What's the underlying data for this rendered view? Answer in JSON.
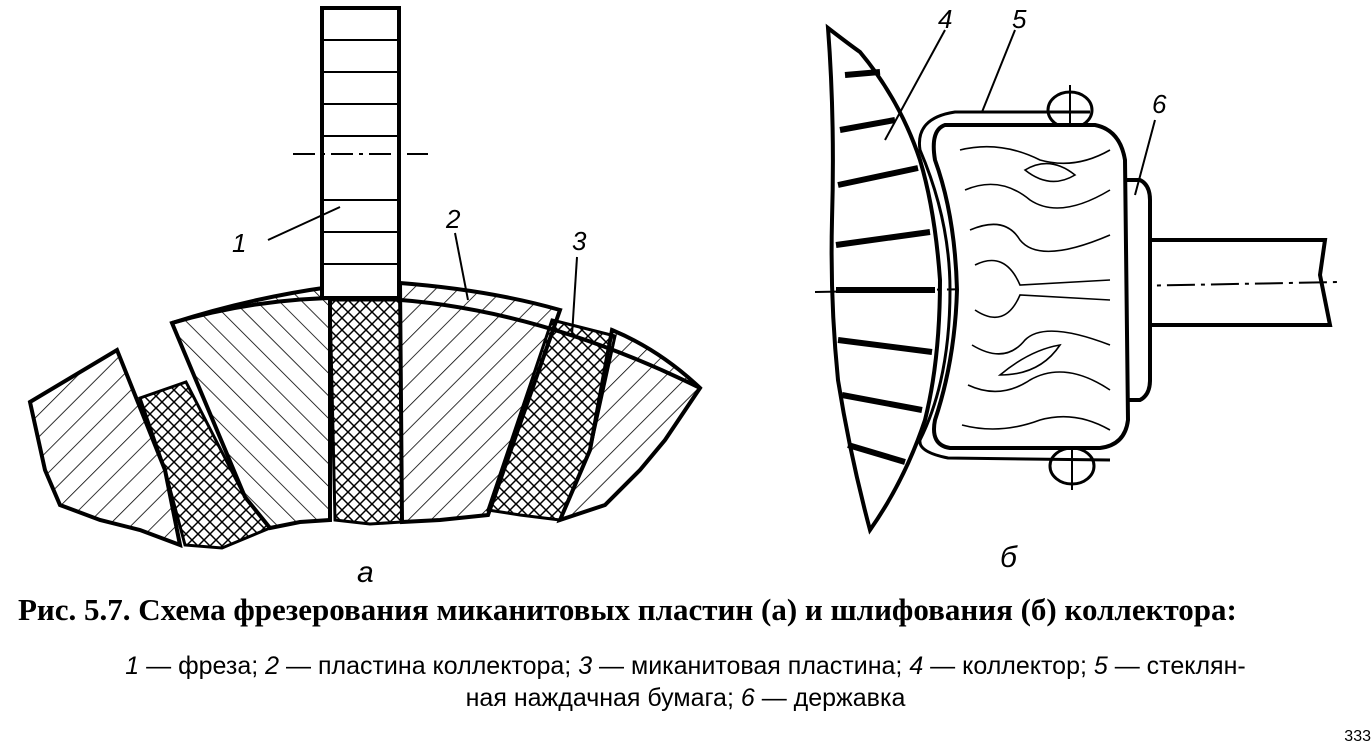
{
  "figure": {
    "panel_a": {
      "label": "а",
      "callouts": [
        "1",
        "2",
        "3"
      ]
    },
    "panel_b": {
      "label": "б",
      "callouts": [
        "4",
        "5",
        "6"
      ]
    }
  },
  "caption": {
    "title": "Рис. 5.7. Схема фрезерования миканитовых пластин (а) и шлифования (б) коллектора:",
    "legend": [
      {
        "num": "1",
        "text": " — фреза; "
      },
      {
        "num": "2",
        "text": " — пластина коллектора; "
      },
      {
        "num": "3",
        "text": " — миканитовая пластина; "
      },
      {
        "num": "4",
        "text": " — коллектор; "
      },
      {
        "num": "5",
        "text": " — стеклян-"
      },
      {
        "num": "",
        "text": "ная наждачная бумага; "
      },
      {
        "num": "6",
        "text": " — державка"
      }
    ]
  },
  "page_number": "333"
}
